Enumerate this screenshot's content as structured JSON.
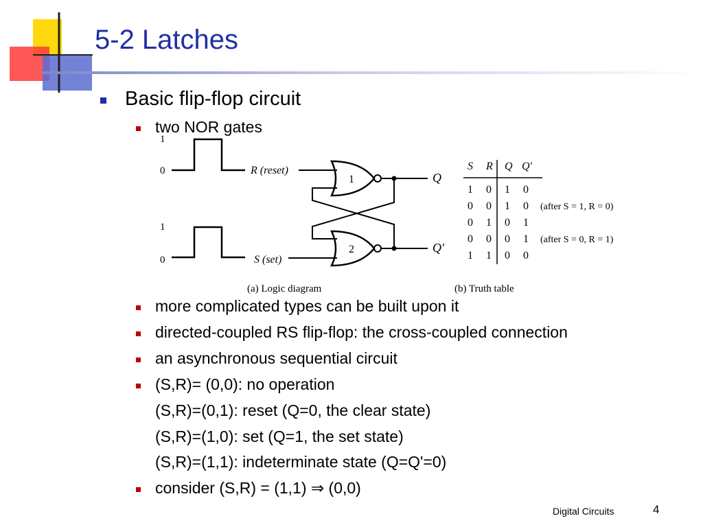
{
  "title": "5-2 Latches",
  "bullets": {
    "main": "Basic flip-flop circuit",
    "sub1": "two NOR gates",
    "sub2": "more complicated types can be built upon it",
    "sub3": "directed-coupled RS flip-flop: the cross-coupled connection",
    "sub4": "an asynchronous sequential circuit",
    "sub5": "(S,R)= (0,0): no operation",
    "sub5_cont1": "(S,R)=(0,1): reset (Q=0, the clear state)",
    "sub5_cont2": "(S,R)=(1,0): set (Q=1, the set state)",
    "sub5_cont3": "(S,R)=(1,1): indeterminate state (Q=Q'=0)",
    "sub6": "consider (S,R) = (1,1) ⇒ (0,0)"
  },
  "figure": {
    "waveform_levels": {
      "high": "1",
      "low": "0"
    },
    "reset_label": "R (reset)",
    "set_label": "S (set)",
    "gate1": "1",
    "gate2": "2",
    "q_label": "Q",
    "qbar_label": "Q'",
    "caption_a": "(a)  Logic diagram",
    "caption_b": "(b)  Truth table",
    "truth_table": {
      "headers": [
        "S",
        "R",
        "Q",
        "Q'"
      ],
      "rows": [
        [
          "1",
          "0",
          "1",
          "0"
        ],
        [
          "0",
          "0",
          "1",
          "0"
        ],
        [
          "0",
          "1",
          "0",
          "1"
        ],
        [
          "0",
          "0",
          "0",
          "1"
        ],
        [
          "1",
          "1",
          "0",
          "0"
        ]
      ],
      "notes": {
        "row1": "(after S = 1, R = 0)",
        "row3": "(after S = 0, R = 1)"
      }
    }
  },
  "footer": {
    "course": "Digital Circuits",
    "page": "4"
  },
  "colors": {
    "title": "#1f2fa3",
    "main_bullet": "#1f2fa3",
    "sub_bullet": "#c00000",
    "deco_yellow": "#ffd700",
    "deco_red": "#ff3b3b",
    "deco_blue": "#5a6cd0"
  }
}
